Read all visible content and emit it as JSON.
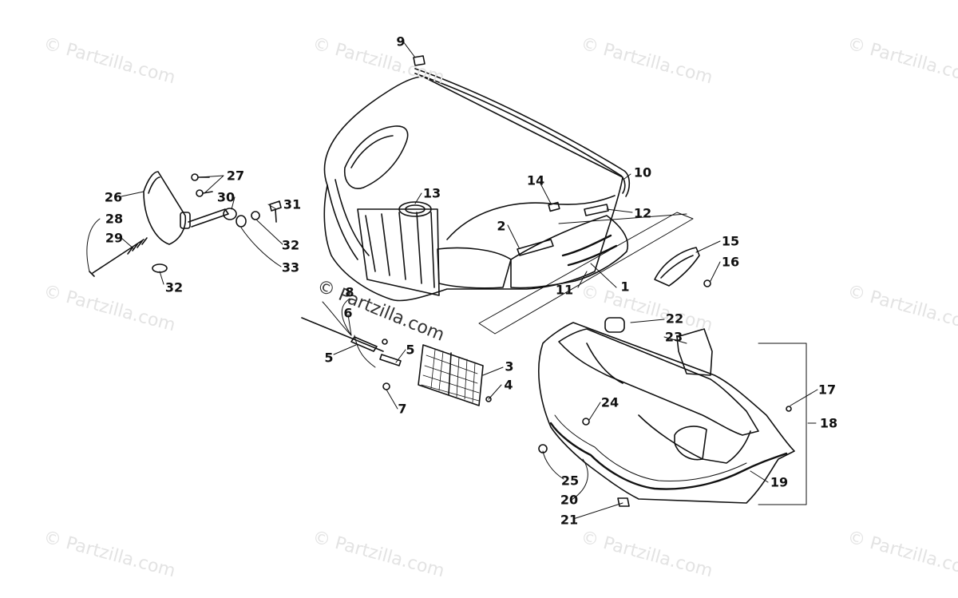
{
  "watermark": "© Partzilla.com",
  "callouts": [
    {
      "id": "c9",
      "label": "9"
    },
    {
      "id": "c10",
      "label": "10"
    },
    {
      "id": "c12",
      "label": "12"
    },
    {
      "id": "c13",
      "label": "13"
    },
    {
      "id": "c14",
      "label": "14"
    },
    {
      "id": "c2",
      "label": "2"
    },
    {
      "id": "c11",
      "label": "11"
    },
    {
      "id": "c1",
      "label": "1"
    },
    {
      "id": "c15",
      "label": "15"
    },
    {
      "id": "c16",
      "label": "16"
    },
    {
      "id": "c27",
      "label": "27"
    },
    {
      "id": "c26",
      "label": "26"
    },
    {
      "id": "c30",
      "label": "30"
    },
    {
      "id": "c28",
      "label": "28"
    },
    {
      "id": "c29",
      "label": "29"
    },
    {
      "id": "c31",
      "label": "31"
    },
    {
      "id": "c32a",
      "label": "32"
    },
    {
      "id": "c33",
      "label": "33"
    },
    {
      "id": "c32b",
      "label": "32"
    },
    {
      "id": "c8",
      "label": "8"
    },
    {
      "id": "c6",
      "label": "6"
    },
    {
      "id": "c5a",
      "label": "5"
    },
    {
      "id": "c5b",
      "label": "5"
    },
    {
      "id": "c7",
      "label": "7"
    },
    {
      "id": "c3",
      "label": "3"
    },
    {
      "id": "c4",
      "label": "4"
    },
    {
      "id": "c22",
      "label": "22"
    },
    {
      "id": "c23",
      "label": "23"
    },
    {
      "id": "c24",
      "label": "24"
    },
    {
      "id": "c17",
      "label": "17"
    },
    {
      "id": "c18",
      "label": "18"
    },
    {
      "id": "c25",
      "label": "25"
    },
    {
      "id": "c20",
      "label": "20"
    },
    {
      "id": "c21",
      "label": "21"
    },
    {
      "id": "c19",
      "label": "19"
    }
  ]
}
